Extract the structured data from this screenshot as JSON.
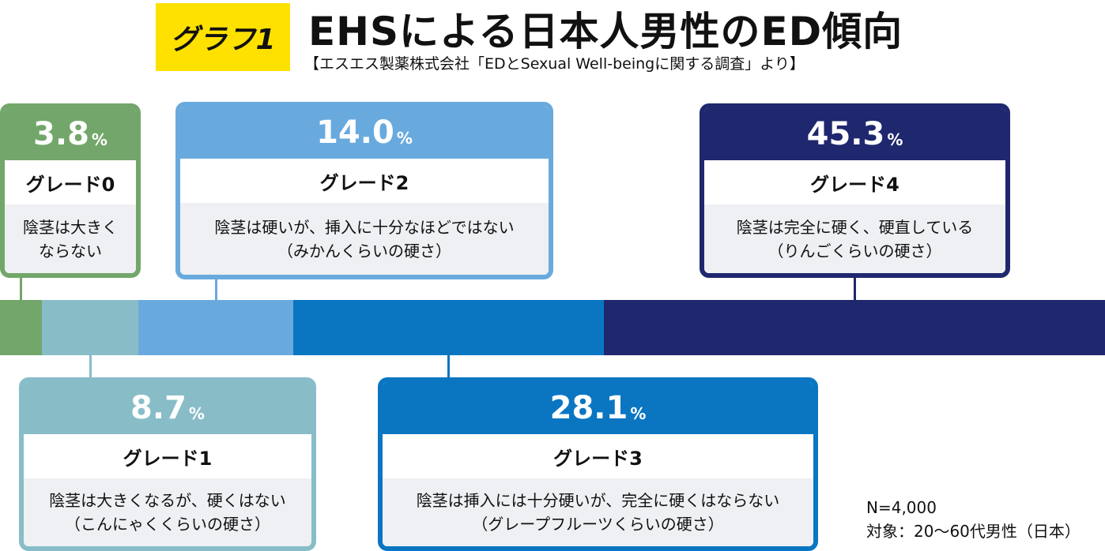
{
  "header": {
    "badge": "グラフ1",
    "title": "EHSによる日本人男性のED傾向",
    "source": "【エスエス製薬株式会社「EDとSexual Well-beingに関する調査」より】"
  },
  "unit": "%",
  "colors": {
    "grade0": "#73a66a",
    "grade1": "#88bdc8",
    "grade2": "#69aade",
    "grade3": "#0a76c2",
    "grade4": "#1f276e"
  },
  "grades": [
    {
      "value": "3.8",
      "label": "グレード0",
      "desc1": "陰茎は大きく",
      "desc2": "ならない"
    },
    {
      "value": "8.7",
      "label": "グレード1",
      "desc1": "陰茎は大きくなるが、硬くはない",
      "desc2": "（こんにゃくくらいの硬さ）"
    },
    {
      "value": "14.0",
      "label": "グレード2",
      "desc1": "陰茎は硬いが、挿入に十分なほどではない",
      "desc2": "（みかんくらいの硬さ）"
    },
    {
      "value": "28.1",
      "label": "グレード3",
      "desc1": "陰茎は挿入には十分硬いが、完全に硬くはならない",
      "desc2": "（グレープフルーツくらいの硬さ）"
    },
    {
      "value": "45.3",
      "label": "グレード4",
      "desc1": "陰茎は完全に硬く、硬直している",
      "desc2": "（りんごくらいの硬さ）"
    }
  ],
  "chart_data": {
    "type": "bar",
    "stacked": true,
    "categories": [
      "グレード0",
      "グレード1",
      "グレード2",
      "グレード3",
      "グレード4"
    ],
    "values": [
      3.8,
      8.7,
      14.0,
      28.1,
      45.3
    ],
    "colors": [
      "#73a66a",
      "#88bdc8",
      "#69aade",
      "#0a76c2",
      "#1f276e"
    ]
  },
  "note": {
    "n": "N=4,000",
    "target": "対象：20〜60代男性（日本）"
  }
}
